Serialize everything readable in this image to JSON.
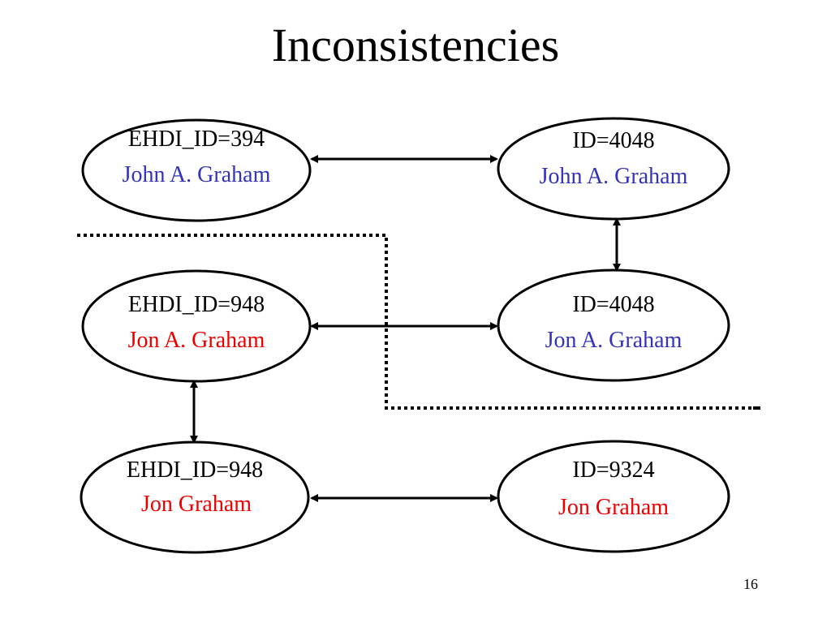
{
  "slide": {
    "title": "Inconsistencies",
    "page_number": "16"
  },
  "colors": {
    "blue_name": "#3333bb",
    "red_name": "#ee0000",
    "ink": "#000000"
  },
  "nodes": [
    {
      "id": "n1",
      "line1": "EHDI_ID=394",
      "line2": "John A. Graham",
      "line2_color": "blue"
    },
    {
      "id": "n2",
      "line1": "ID=4048",
      "line2": "John A. Graham",
      "line2_color": "blue"
    },
    {
      "id": "n3",
      "line1": "EHDI_ID=948",
      "line2": "Jon A. Graham",
      "line2_color": "red"
    },
    {
      "id": "n4",
      "line1": "ID=4048",
      "line2": "Jon A. Graham",
      "line2_color": "blue"
    },
    {
      "id": "n5",
      "line1": "EHDI_ID=948",
      "line2": "Jon Graham",
      "line2_color": "red"
    },
    {
      "id": "n6",
      "line1": "ID=9324",
      "line2": "Jon Graham",
      "line2_color": "red"
    }
  ],
  "edges": [
    {
      "from": "n1",
      "to": "n2",
      "style": "double-arrow"
    },
    {
      "from": "n3",
      "to": "n4",
      "style": "double-arrow"
    },
    {
      "from": "n5",
      "to": "n6",
      "style": "double-arrow"
    },
    {
      "from": "n2",
      "to": "n4",
      "style": "double-arrow"
    },
    {
      "from": "n3",
      "to": "n5",
      "style": "double-arrow"
    }
  ],
  "regions": [
    {
      "name": "dotted-boundary",
      "style": "dotted"
    }
  ]
}
